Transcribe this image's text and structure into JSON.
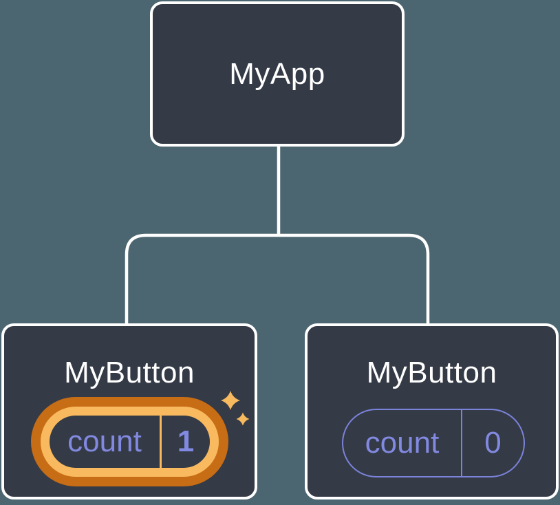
{
  "diagram": {
    "description": "component-tree-with-state",
    "root": {
      "label": "MyApp"
    },
    "children": [
      {
        "label": "MyButton",
        "state_key": "count",
        "state_value": "1",
        "highlighted": true
      },
      {
        "label": "MyButton",
        "state_key": "count",
        "state_value": "0",
        "highlighted": false
      }
    ]
  },
  "colors": {
    "background": "#4c6671",
    "node_bg": "#343a46",
    "node_border": "#ffffff",
    "state_text": "#8289e0",
    "state_outline": "#7b83db",
    "highlight_outer": "#c76d15",
    "highlight_inner": "#f9ba5f",
    "sparkle": "#f8ba5f",
    "title_text": "#ffffff"
  }
}
